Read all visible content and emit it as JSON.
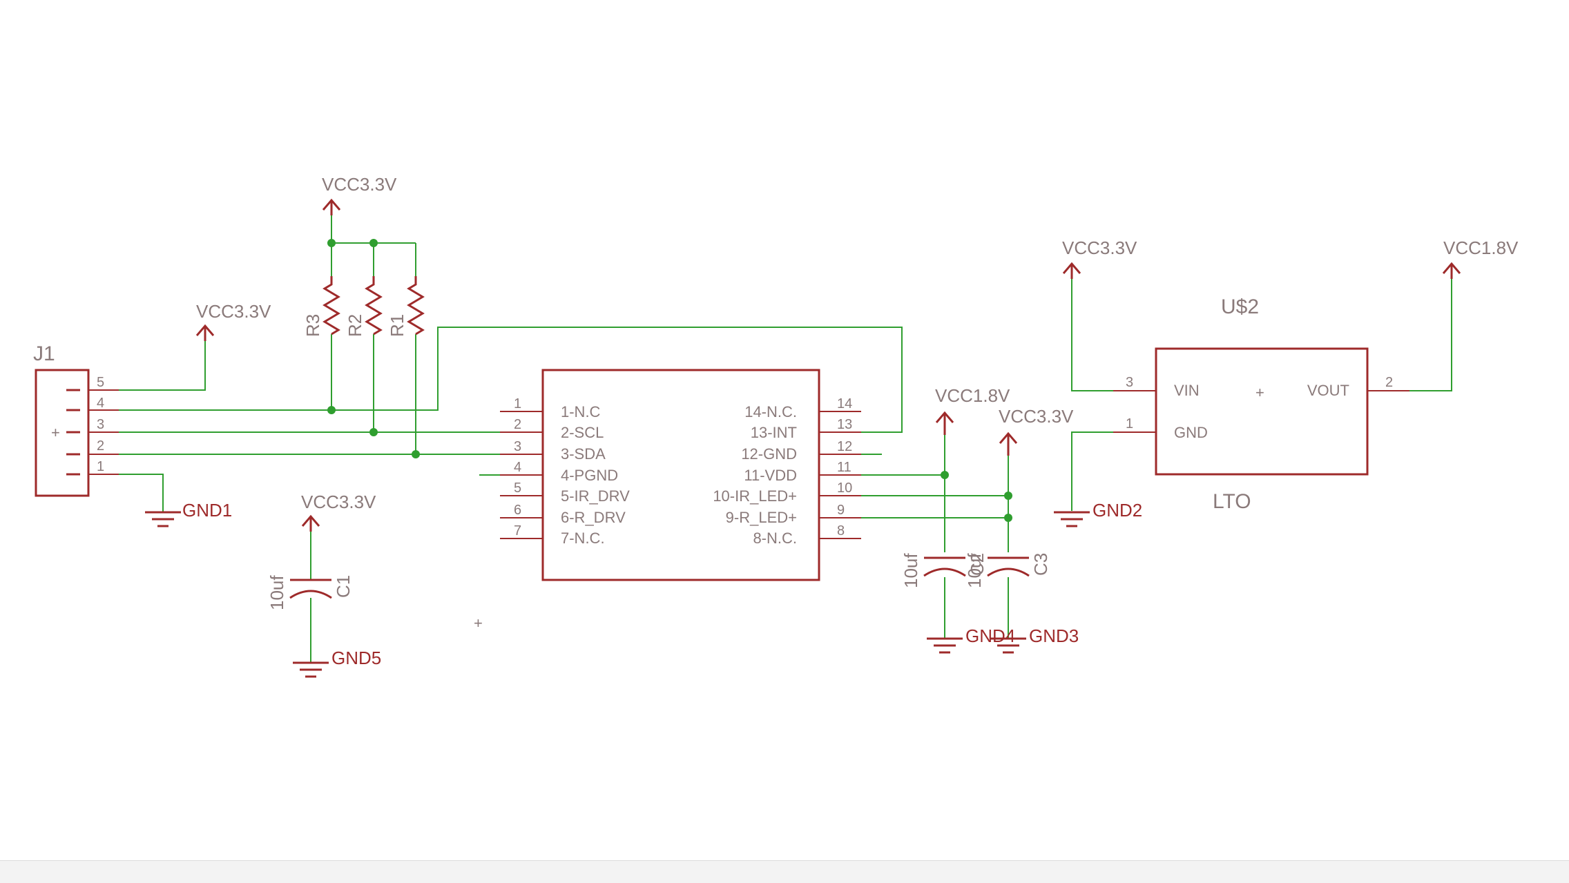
{
  "connector": {
    "ref": "J1",
    "pins": [
      "5",
      "4",
      "3",
      "2",
      "1"
    ]
  },
  "resistors": [
    "R3",
    "R2",
    "R1"
  ],
  "ic": {
    "left_nums": [
      "1",
      "2",
      "3",
      "4",
      "5",
      "6",
      "7"
    ],
    "left_names": [
      "1-N.C",
      "2-SCL",
      "3-SDA",
      "4-PGND",
      "5-IR_DRV",
      "6-R_DRV",
      "7-N.C."
    ],
    "right_nums": [
      "14",
      "13",
      "12",
      "11",
      "10",
      "9",
      "8"
    ],
    "right_names": [
      "14-N.C.",
      "13-INT",
      "12-GND",
      "11-VDD",
      "10-IR_LED+",
      "9-R_LED+",
      "8-N.C."
    ]
  },
  "regulator": {
    "ref": "U$2",
    "value": "LTO",
    "vin_label": "VIN",
    "gnd_label": "GND",
    "vout_label": "VOUT",
    "pin_vin": "3",
    "pin_gnd": "1",
    "pin_vout": "2"
  },
  "capacitors": {
    "c1": {
      "ref": "C1",
      "value": "10uf"
    },
    "c2": {
      "ref": "C2",
      "value": "10uf"
    },
    "c3": {
      "ref": "C3",
      "value": "10uf"
    }
  },
  "power": {
    "vcc_resistors": "VCC3.3V",
    "vcc_connector": "VCC3.3V",
    "vcc_c1": "VCC3.3V",
    "vcc18_vdd": "VCC1.8V",
    "vcc33_led": "VCC3.3V",
    "vcc33_reg": "VCC3.3V",
    "vcc18_reg": "VCC1.8V"
  },
  "grounds": {
    "gnd1": "GND1",
    "gnd2": "GND2",
    "gnd3": "GND3",
    "gnd4": "GND4",
    "gnd5": "GND5"
  },
  "colors": {
    "wire": "#2f9e2f",
    "part": "#9e2a2a",
    "label": "#8a7a7a"
  }
}
